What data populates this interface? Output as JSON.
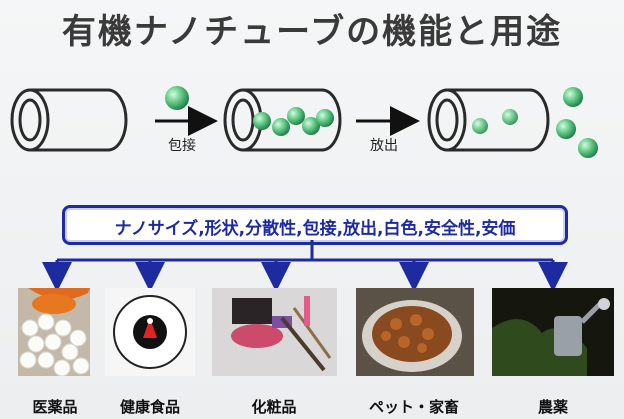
{
  "title": "有機ナノチューブの機能と用途",
  "steps": {
    "encapsulate_label": "包接",
    "release_label": "放出"
  },
  "features_banner": "ナノサイズ,形状,分散性,包接,放出,白色,安全性,安価",
  "applications": [
    {
      "label": "医薬品"
    },
    {
      "label": "健康食品"
    },
    {
      "label": "化粧品"
    },
    {
      "label": "ペット・家畜"
    },
    {
      "label": "農薬"
    }
  ],
  "colors": {
    "arrow_blue": "#1d2aa0",
    "sphere_green": "#56c27a",
    "tube_outline": "#2a2a2a"
  }
}
